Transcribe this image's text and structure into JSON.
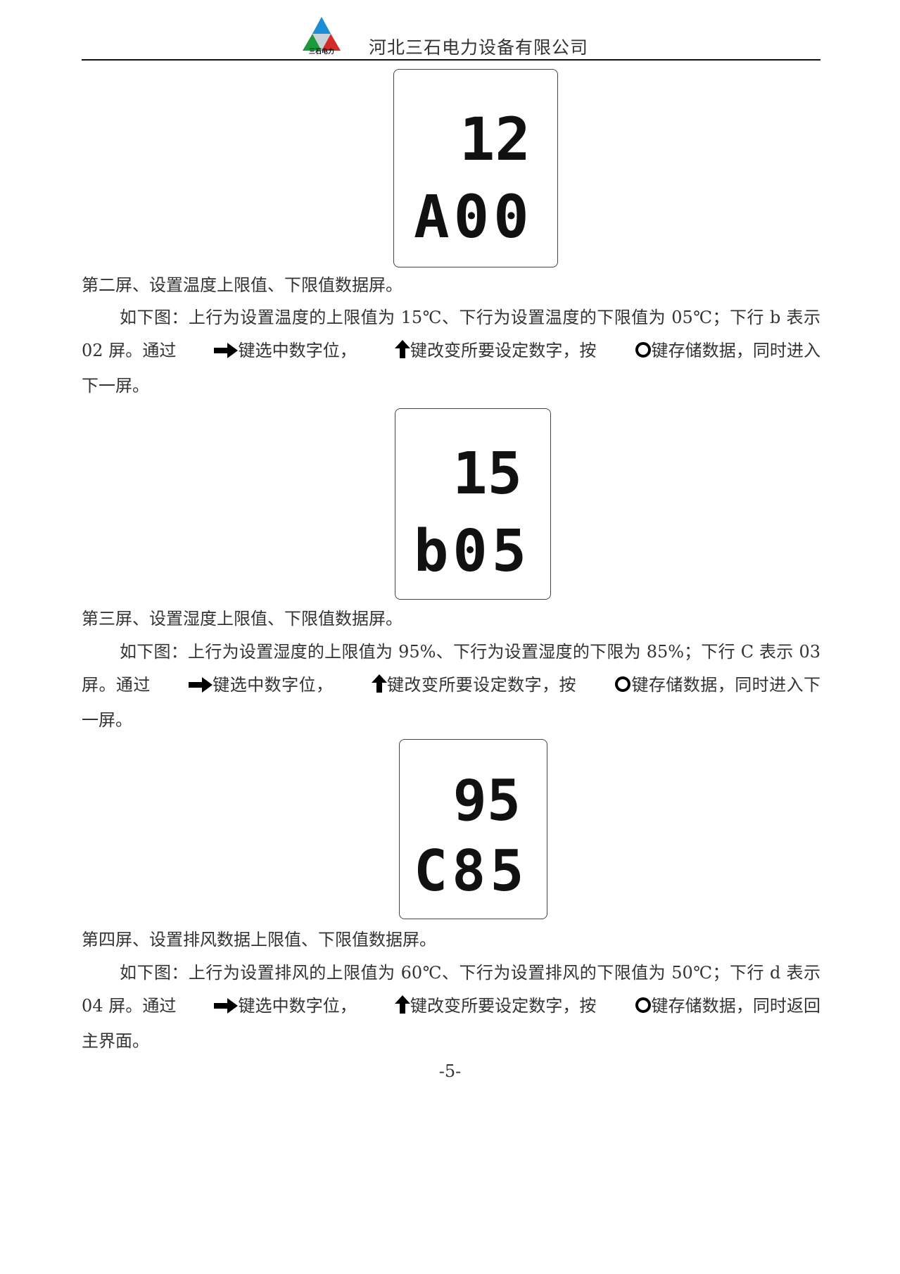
{
  "header": {
    "logo_text": "三石电力",
    "company": "河北三石电力设备有限公司"
  },
  "screens": [
    {
      "top": "12",
      "bottom": "A00"
    },
    {
      "top": "15",
      "bottom": "b05"
    },
    {
      "top": "95",
      "bottom": "C85"
    }
  ],
  "sections": [
    {
      "heading": "第二屏、设置温度上限值、下限值数据屏。",
      "p1": "如下图：上行为设置温度的上限值为 15℃、下行为设置温度的下限值为 05℃；下行 b 表示 02 屏。通过",
      "p2": "键选中数字位，",
      "p3": "键改变所要设定数字，按",
      "p4": "键存储数据，同时进入下一屏。"
    },
    {
      "heading": "第三屏、设置湿度上限值、下限值数据屏。",
      "p1": "如下图：上行为设置湿度的上限值为 95%、下行为设置湿度的下限为 85%；下行 C 表示 03 屏。通过",
      "p2": "键选中数字位，",
      "p3": "键改变所要设定数字，按",
      "p4": "键存储数据，同时进入下一屏。"
    },
    {
      "heading": "第四屏、设置排风数据上限值、下限值数据屏。",
      "p1": "如下图：上行为设置排风的上限值为 60℃、下行为设置排风的下限值为 50℃；下行 d 表示 04 屏。通过",
      "p2": "键选中数字位，",
      "p3": "键改变所要设定数字，按",
      "p4": "键存储数据，同时返回主界面。"
    }
  ],
  "page_number": "-5-",
  "icons": {
    "right": "right-arrow-icon",
    "up": "up-arrow-icon",
    "ok": "circle-icon",
    "logo": "triangle-logo-icon"
  }
}
